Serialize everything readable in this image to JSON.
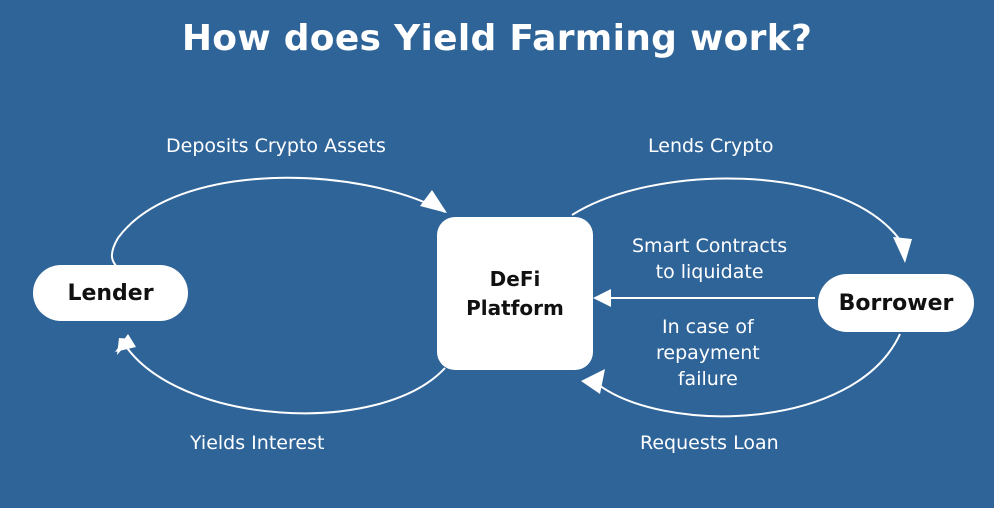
{
  "title": "How does Yield Farming work?",
  "nodes": {
    "lender": "Lender",
    "platform_line1": "DeFi",
    "platform_line2": "Platform",
    "borrower": "Borrower"
  },
  "edges": {
    "deposits": "Deposits Crypto Assets",
    "yields": "Yields Interest",
    "lends": "Lends Crypto",
    "requests": "Requests Loan",
    "smart_line1": "Smart Contracts",
    "smart_line2": "to liquidate",
    "repay_line1": "In case of",
    "repay_line2": "repayment",
    "repay_line3": "failure"
  },
  "colors": {
    "background": "#2f6499",
    "foreground": "#ffffff",
    "node_text": "#111111"
  }
}
